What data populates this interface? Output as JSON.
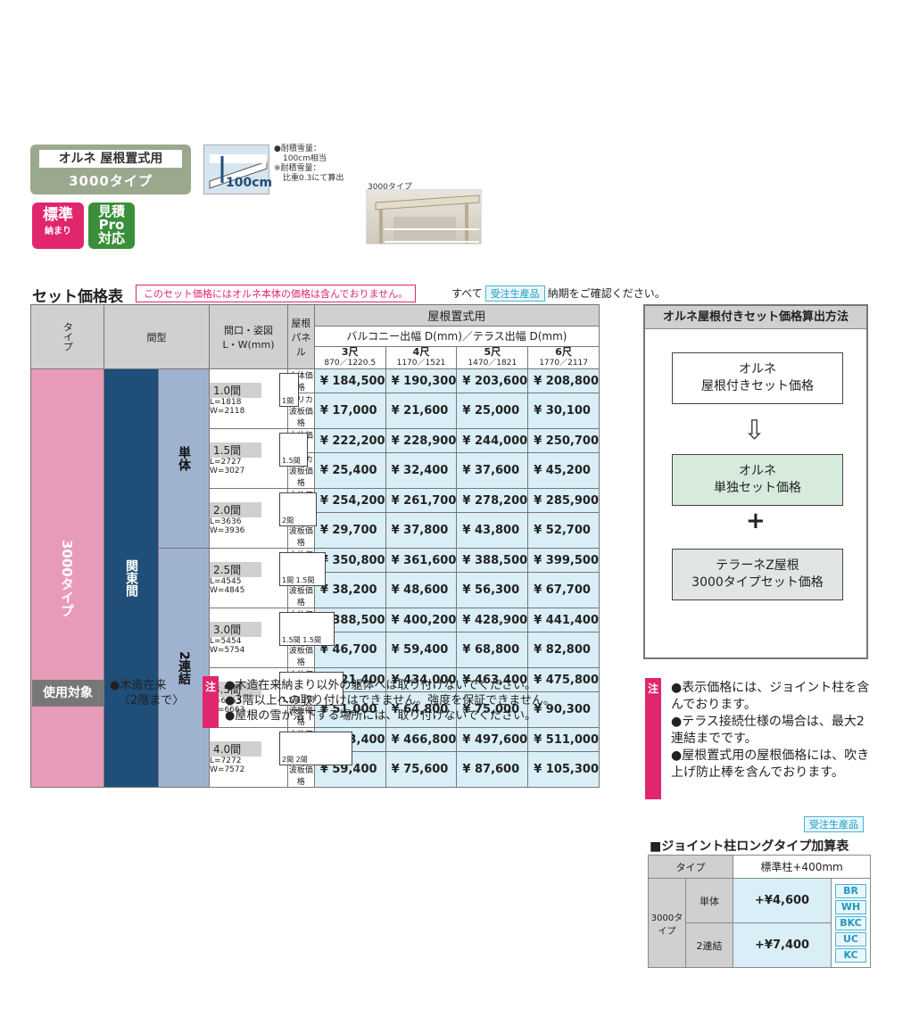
{
  "header": {
    "product_name": "オルネ 屋根置式用",
    "type_name": "3000タイプ",
    "badge_standard": "標準",
    "badge_standard_sub": "納まり",
    "badge_pro_1": "見積",
    "badge_pro_2": "Pro",
    "badge_pro_3": "対応",
    "snow_icon_label": "100cm",
    "snow_note_1": "●耐積雪量：",
    "snow_note_2": "100cm相当",
    "snow_note_3": "※耐積雪量：",
    "snow_note_4": "比重0.3にて算出",
    "photo_label": "3000タイプ"
  },
  "section": {
    "title": "セット価格表",
    "note": "このセット価格にはオルネ本体の価格は含んでおりません。",
    "confirm_pre": "すべて",
    "confirm_badge": "受注生産品",
    "confirm_post": "納期をご確認ください。"
  },
  "table": {
    "h_type": "タイプ",
    "h_ken": "間型",
    "h_size": "間口・姿図",
    "h_size2": "L・W(mm)",
    "h_panel": "屋根パネル",
    "h_roof": "屋根置式用",
    "h_depth": "バルコニー出幅 D(mm)／テラス出幅 D(mm)",
    "cols": [
      {
        "name": "3尺",
        "dim": "870／1220.5"
      },
      {
        "name": "4尺",
        "dim": "1170／1521"
      },
      {
        "name": "5尺",
        "dim": "1470／1821"
      },
      {
        "name": "6尺",
        "dim": "1770／2117"
      }
    ],
    "type_label": "3000タイプ",
    "kanto_label": "関東間",
    "single_label": "単体",
    "double_label": "2連結",
    "panel_main": "本体価格",
    "panel_poly": "ポリカ波板価格",
    "rows": [
      {
        "size": "1.0間",
        "L": "L=1818",
        "W": "W=2118",
        "fig": "1間",
        "main": [
          "¥ 184,500",
          "¥ 190,300",
          "¥ 203,600",
          "¥ 208,800"
        ],
        "poly": [
          "¥ 17,000",
          "¥ 21,600",
          "¥ 25,000",
          "¥ 30,100"
        ]
      },
      {
        "size": "1.5間",
        "L": "L=2727",
        "W": "W=3027",
        "fig": "1.5間",
        "main": [
          "¥ 222,200",
          "¥ 228,900",
          "¥ 244,000",
          "¥ 250,700"
        ],
        "poly": [
          "¥ 25,400",
          "¥ 32,400",
          "¥ 37,600",
          "¥ 45,200"
        ]
      },
      {
        "size": "2.0間",
        "L": "L=3636",
        "W": "W=3936",
        "fig": "2間",
        "main": [
          "¥ 254,200",
          "¥ 261,700",
          "¥ 278,200",
          "¥ 285,900"
        ],
        "poly": [
          "¥ 29,700",
          "¥ 37,800",
          "¥ 43,800",
          "¥ 52,700"
        ]
      },
      {
        "size": "2.5間",
        "L": "L=4545",
        "W": "W=4845",
        "fig": "1間 1.5間",
        "main": [
          "¥ 350,800",
          "¥ 361,600",
          "¥ 388,500",
          "¥ 399,500"
        ],
        "poly": [
          "¥ 38,200",
          "¥ 48,600",
          "¥ 56,300",
          "¥ 67,700"
        ]
      },
      {
        "size": "3.0間",
        "L": "L=5454",
        "W": "W=5754",
        "fig": "1.5間 1.5間",
        "main": [
          "¥ 388,500",
          "¥ 400,200",
          "¥ 428,900",
          "¥ 441,400"
        ],
        "poly": [
          "¥ 46,700",
          "¥ 59,400",
          "¥ 68,800",
          "¥ 82,800"
        ]
      },
      {
        "size": "3.5間",
        "L": "L=6363",
        "W": "W=6663",
        "fig": "1.5間 2間",
        "main": [
          "¥ 421,400",
          "¥ 434,000",
          "¥ 463,400",
          "¥ 475,800"
        ],
        "poly": [
          "¥ 51,000",
          "¥ 64,800",
          "¥ 75,000",
          "¥ 90,300"
        ]
      },
      {
        "size": "4.0間",
        "L": "L=7272",
        "W": "W=7572",
        "fig": "2間 2間",
        "main": [
          "¥ 453,400",
          "¥ 466,800",
          "¥ 497,600",
          "¥ 511,000"
        ],
        "poly": [
          "¥ 59,400",
          "¥ 75,600",
          "¥ 87,600",
          "¥ 105,300"
        ]
      }
    ]
  },
  "calc": {
    "title": "オルネ屋根付きセット価格算出方法",
    "box1_a": "オルネ",
    "box1_b": "屋根付きセット価格",
    "box2_a": "オルネ",
    "box2_b": "単独セット価格",
    "box3_a": "テラーネZ屋根",
    "box3_b": "3000タイプセット価格",
    "arrow": "⇩",
    "plus": "+"
  },
  "usage": {
    "label": "使用対象",
    "line1": "●木造在来",
    "line2": "〈2階まで〉",
    "note_mark": "注",
    "notes": [
      "●木造在来納まり以外の躯体へは取り付けないでください。",
      "●3階以上への取り付けはできません。強度を保証できません。",
      "●屋根の雪が落下する場所には、取り付けないでください。"
    ]
  },
  "right_notes": {
    "note_mark": "注",
    "notes": [
      "●表示価格には、ジョイント柱を含んでおります。",
      "●テラス接続仕様の場合は、最大2連結までです。",
      "●屋根置式用の屋根価格には、吹き上げ防止棒を含んでおります。"
    ]
  },
  "joint": {
    "badge": "受注生産品",
    "title": "■ジョイント柱ロングタイプ加算表",
    "h_type": "タイプ",
    "h_std": "標準柱+400mm",
    "type_name": "3000タイプ",
    "row1_label": "単体",
    "row1_price": "+¥4,600",
    "row2_label": "2連結",
    "row2_price": "+¥7,400",
    "colors": [
      "BR",
      "WH",
      "BKC",
      "UC",
      "KC"
    ]
  }
}
